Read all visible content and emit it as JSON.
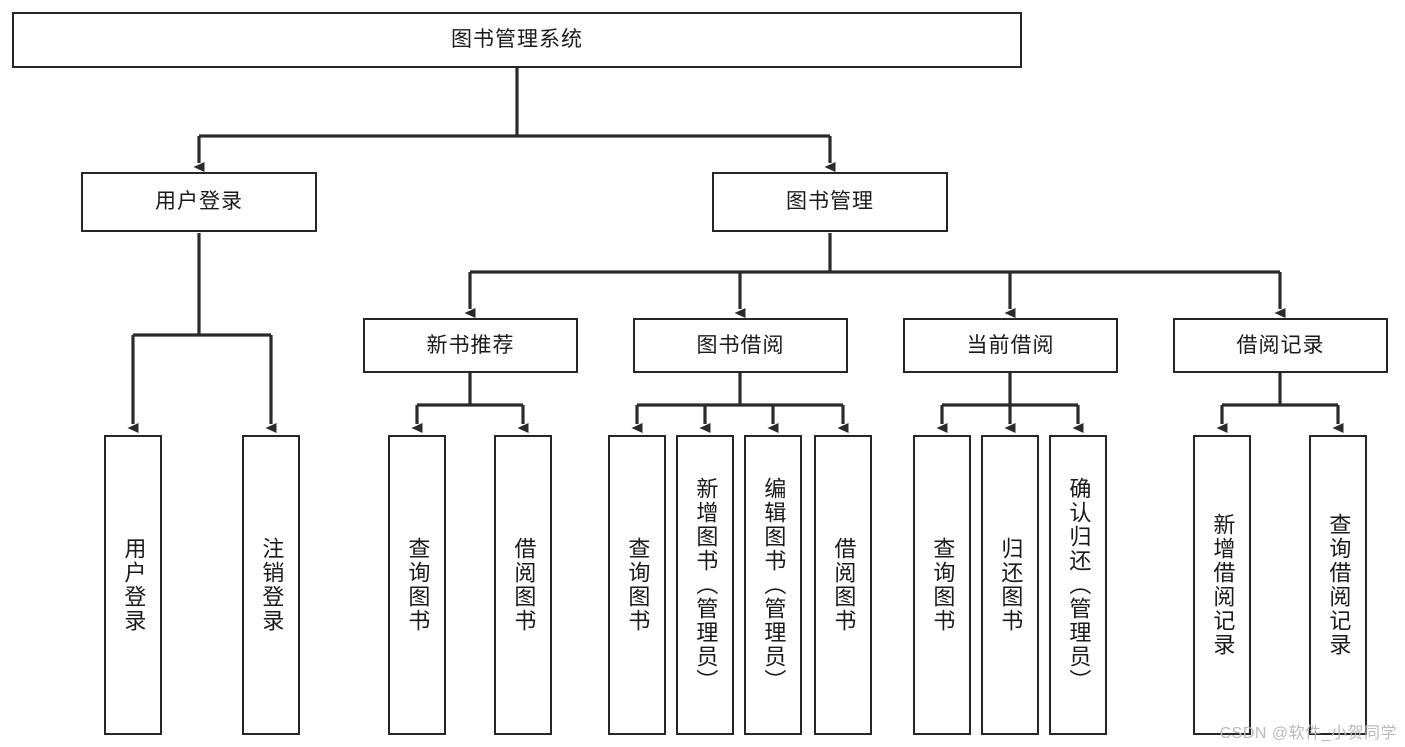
{
  "diagram": {
    "title": "图书管理系统",
    "watermark": "CSDN @软件_小贺同学",
    "colors": {
      "border": "#262626",
      "background": "#ffffff",
      "text": "#1a1a1a",
      "watermark": "#b9b9b9"
    },
    "levels": {
      "root": {
        "label": "图书管理系统"
      },
      "level2": [
        {
          "label": "用户登录"
        },
        {
          "label": "图书管理"
        }
      ],
      "level3": [
        {
          "label": "新书推荐"
        },
        {
          "label": "图书借阅"
        },
        {
          "label": "当前借阅"
        },
        {
          "label": "借阅记录"
        }
      ],
      "leaves": [
        {
          "label": "用户登录"
        },
        {
          "label": "注销登录"
        },
        {
          "label": "查询图书"
        },
        {
          "label": "借阅图书"
        },
        {
          "label": "查询图书"
        },
        {
          "label": "新增图书（管理员）"
        },
        {
          "label": "编辑图书（管理员）"
        },
        {
          "label": "借阅图书"
        },
        {
          "label": "查询图书"
        },
        {
          "label": "归还图书"
        },
        {
          "label": "确认归还（管理员）"
        },
        {
          "label": "新增借阅记录"
        },
        {
          "label": "查询借阅记录"
        }
      ]
    }
  }
}
